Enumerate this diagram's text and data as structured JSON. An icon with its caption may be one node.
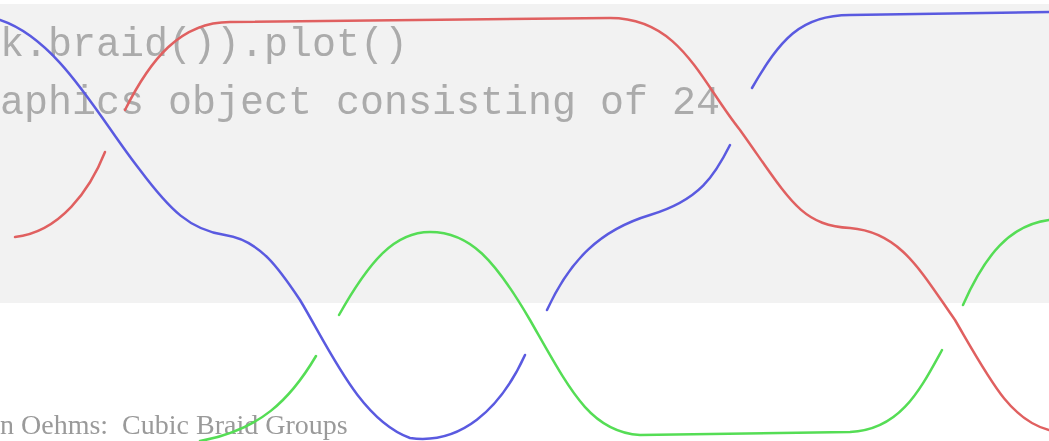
{
  "diagram": {
    "labels": [
      "k.braid()).plot()",
      "aphics object consisting of 24",
      "n Oehms:  Cubic Braid Groups"
    ]
  }
}
